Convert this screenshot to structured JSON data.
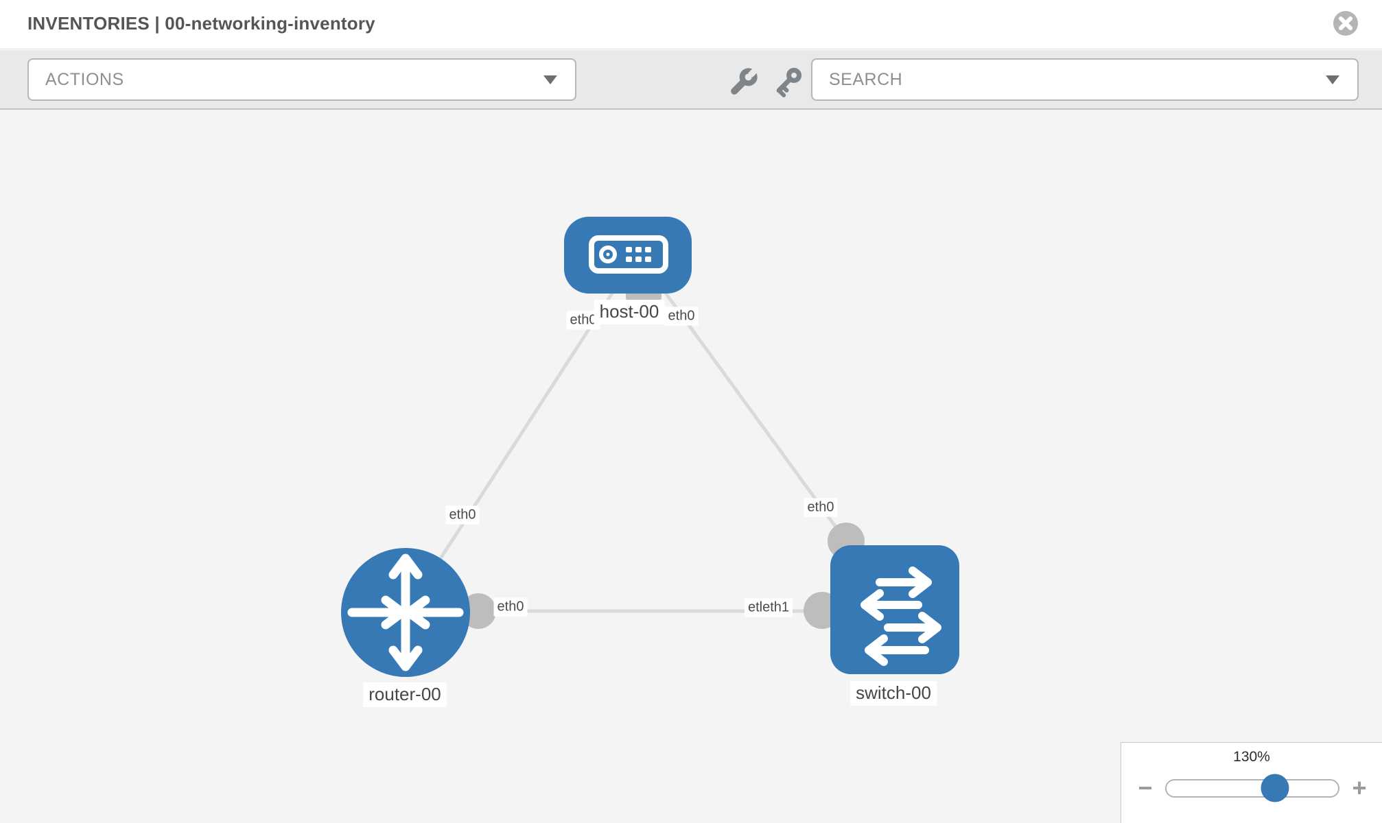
{
  "header": {
    "title": "INVENTORIES | 00-networking-inventory"
  },
  "toolbar": {
    "actions_label": "ACTIONS",
    "search_label": "SEARCH"
  },
  "topology": {
    "nodes": [
      {
        "name": "host-00",
        "type": "host"
      },
      {
        "name": "router-00",
        "type": "router"
      },
      {
        "name": "switch-00",
        "type": "switch"
      }
    ],
    "links": [
      {
        "from": "router-00",
        "to": "host-00",
        "from_if": "eth0",
        "to_if": "eth0"
      },
      {
        "from": "host-00",
        "to": "switch-00",
        "from_if": "eth0",
        "to_if": "eth0"
      },
      {
        "from": "router-00",
        "to": "switch-00",
        "from_if": "eth0",
        "to_if": "etleth1"
      }
    ]
  },
  "zoom_control": {
    "level": "130%",
    "minus": "−",
    "plus": "+"
  },
  "colors": {
    "node_blue": "#3679b5",
    "link_gray": "#dadada",
    "bubble_gray": "#bdbdbd",
    "canvas_bg": "#f4f4f4",
    "toolbar_bg": "#e9e9e9",
    "icon_gray": "#7d848a"
  }
}
